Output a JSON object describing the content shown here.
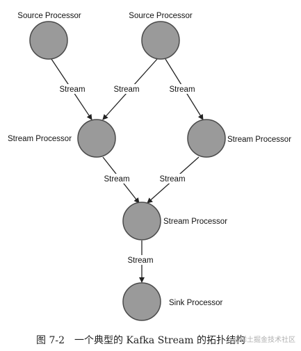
{
  "nodes": [
    {
      "id": "source1",
      "label": "Source Processor"
    },
    {
      "id": "source2",
      "label": "Source Processor"
    },
    {
      "id": "stream-left",
      "label": "Stream Processor"
    },
    {
      "id": "stream-right",
      "label": "Stream Processor"
    },
    {
      "id": "stream-center",
      "label": "Stream Processor"
    },
    {
      "id": "sink",
      "label": "Sink Processor"
    }
  ],
  "edges": [
    {
      "from": "source1",
      "to": "stream-left",
      "label": "Stream"
    },
    {
      "from": "source2",
      "to": "stream-left",
      "label": "Stream"
    },
    {
      "from": "source2",
      "to": "stream-right",
      "label": "Stream"
    },
    {
      "from": "stream-left",
      "to": "stream-center",
      "label": "Stream"
    },
    {
      "from": "stream-right",
      "to": "stream-center",
      "label": "Stream"
    },
    {
      "from": "stream-center",
      "to": "sink",
      "label": "Stream"
    }
  ],
  "caption": "图 7-2　一个典型的 Kafka Stream 的拓扑结构",
  "watermark": "@稀土掘金技术社区",
  "colors": {
    "node_fill": "#9a9a9a",
    "node_stroke": "#4a4a4a",
    "edge": "#222222"
  }
}
